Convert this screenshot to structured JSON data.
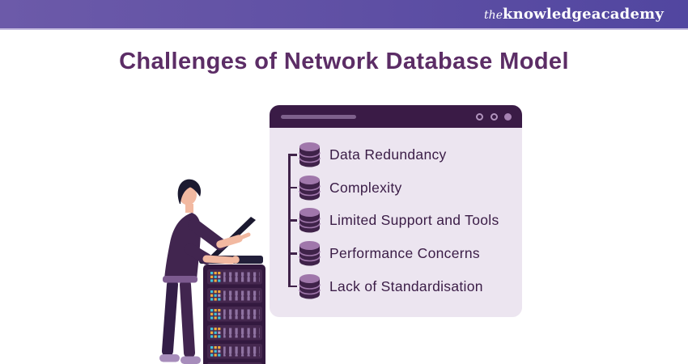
{
  "header": {
    "logo": {
      "the": "the",
      "knowledge": "knowledge",
      "academy": "academy"
    }
  },
  "title": "Challenges of Network Database Model",
  "challenges": [
    "Data Redundancy",
    "Complexity",
    "Limited Support and Tools",
    "Performance Concerns",
    "Lack of Standardisation"
  ],
  "colors": {
    "band_gradient_start": "#6c5aa9",
    "band_gradient_end": "#5146a0",
    "title_text": "#5c2d66",
    "card_bg": "#ece5f0",
    "card_header": "#3a1b46",
    "item_text": "#3a1c46",
    "tree_line": "#3f2249",
    "icon_body": "#3f2249",
    "icon_top": "#a077ab",
    "rack_body": "#33193f",
    "rack_row": "#45284f",
    "rack_stripe": "#8e72a1",
    "chip_cyan": "#41c4da",
    "chip_yellow": "#efac3f",
    "skin": "#f2b9a1",
    "shirt": "#41254f",
    "pants": "#38214c",
    "shoes": "#a78dbb"
  }
}
